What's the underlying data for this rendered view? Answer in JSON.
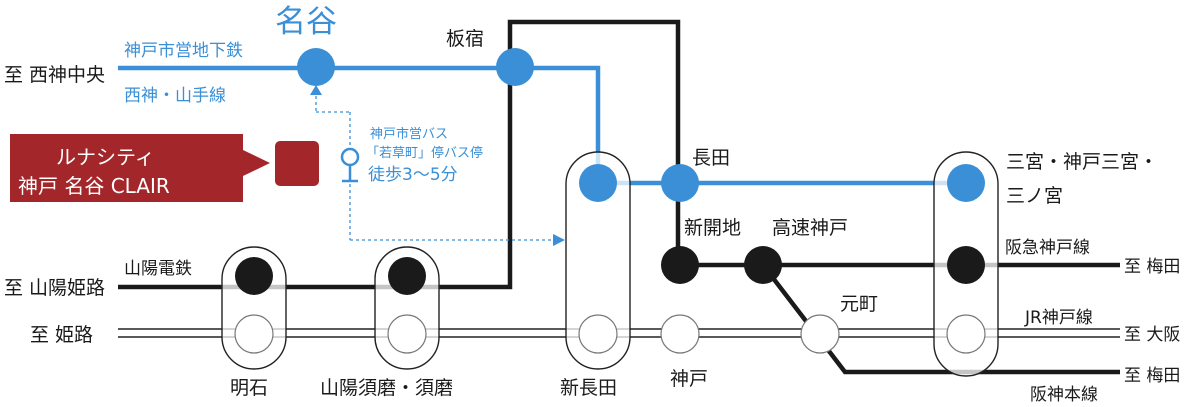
{
  "colors": {
    "subway": "#3a8fd6",
    "private_rail": "#1a1a1a",
    "property": "#a3262a"
  },
  "termini": {
    "nishi_shinchu": "至 西神中央",
    "sanyo_himeji": "至 山陽姫路",
    "himeji": "至 姫路",
    "umeda_1": "至 梅田",
    "osaka": "至 大阪",
    "umeda_2": "至 梅田"
  },
  "lines": {
    "subway": "神戸市営地下鉄",
    "seishin_yamate": "西神・山手線",
    "sanyo": "山陽電鉄",
    "hankyu": "阪急神戸線",
    "jr": "JR神戸線",
    "hanshin": "阪神本線"
  },
  "stations": {
    "myodani": "名谷",
    "itayado": "板宿",
    "nagata": "長田",
    "sannomiya_1": "三宮・神戸三宮・",
    "sannomiya_2": "三ノ宮",
    "shinkaichi": "新開地",
    "kosokukobe": "高速神戸",
    "motomachi": "元町",
    "akashi": "明石",
    "sanyosuma": "山陽須磨・須磨",
    "shinnagata": "新長田",
    "kobe": "神戸"
  },
  "bus": {
    "line1": "神戸市営バス",
    "line2": "「若草町」停バス停",
    "line3": "徒歩3〜5分"
  },
  "property": {
    "line1": "ルナシティ",
    "line2": "神戸 名谷 CLAIR"
  }
}
